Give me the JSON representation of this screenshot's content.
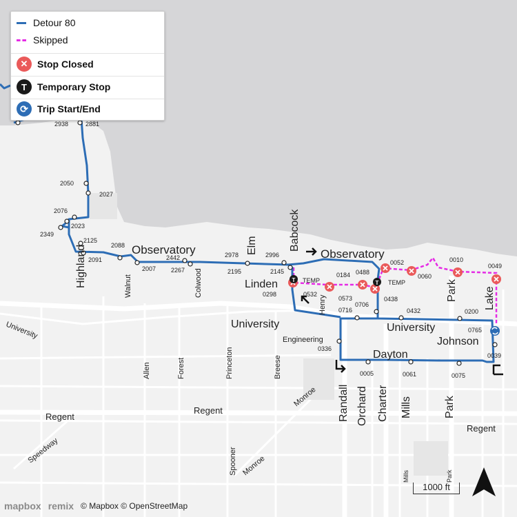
{
  "legend": {
    "detour": "Detour 80",
    "skipped": "Skipped",
    "stop_closed": "Stop Closed",
    "temporary_stop": "Temporary Stop",
    "trip_start_end": "Trip Start/End",
    "temp_icon_letter": "T"
  },
  "colors": {
    "route": "#2d6db5",
    "skipped": "#e52be5",
    "closed": "#ea5a5a",
    "temp": "#1a1a1a",
    "trip": "#2d6db5",
    "water": "#d6d6d8",
    "land": "#f2f2f2",
    "road": "#ffffff"
  },
  "streets": {
    "observatory_west": "Observatory",
    "observatory_east": "Observatory",
    "highland": "Highland",
    "walnut": "Walnut",
    "colwood": "Colwood",
    "elm": "Elm",
    "babcock": "Babcock",
    "linden": "Linden",
    "henry": "Henry",
    "university_center": "University",
    "university_east": "University",
    "university_west": "University",
    "engineering": "Engineering",
    "johnson": "Johnson",
    "dayton": "Dayton",
    "park_north": "Park",
    "lake": "Lake",
    "allen": "Allen",
    "forest": "Forest",
    "princeton": "Princeton",
    "breese": "Breese",
    "monroe_east": "Monroe",
    "randall": "Randall",
    "orchard": "Orchard",
    "charter": "Charter",
    "mills": "Mills",
    "park_south": "Park",
    "regent_west": "Regent",
    "regent_center": "Regent",
    "regent_east": "Regent",
    "speedway": "Speedway",
    "spooner": "Spooner",
    "monroe_south": "Monroe",
    "mills_small": "Mills",
    "park_small": "Park"
  },
  "stops": {
    "s2938": "2938",
    "s2881": "2881",
    "s2050": "2050",
    "s2027": "2027",
    "s2076": "2076",
    "s2023": "2023",
    "s2349": "2349",
    "s2125": "2125",
    "s2091": "2091",
    "s2088": "2088",
    "s2007": "2007",
    "s2442": "2442",
    "s2267": "2267",
    "s2978": "2978",
    "s2195": "2195",
    "s2996": "2996",
    "s2145": "2145",
    "s0298": "0298",
    "s0532": "0532",
    "s0184": "0184",
    "s0488": "0488",
    "s0573": "0573",
    "s0716": "0716",
    "s0706": "0706",
    "s0438": "0438",
    "s0052": "0052",
    "s0060": "0060",
    "s0010": "0010",
    "s0049": "0049",
    "s0432": "0432",
    "s0200": "0200",
    "s0765": "0765",
    "s0039": "0039",
    "s0336": "0336",
    "s0005": "0005",
    "s0061": "0061",
    "s0075": "0075",
    "temp1": "TEMP",
    "temp2": "TEMP"
  },
  "attribution": {
    "mapbox": "mapbox",
    "remix": "remix",
    "credits": "© Mapbox © OpenStreetMap"
  },
  "scale_label": "1000 ft"
}
